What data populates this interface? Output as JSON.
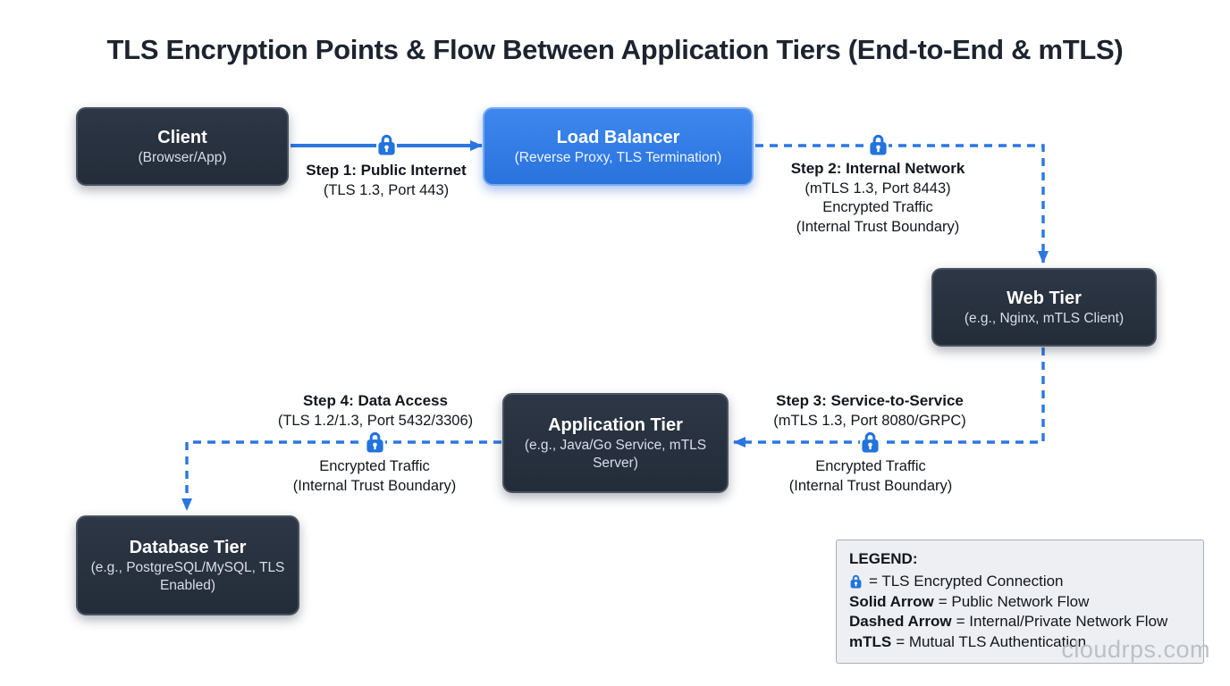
{
  "title": "TLS Encryption Points & Flow Between Application Tiers (End-to-End & mTLS)",
  "nodes": {
    "client": {
      "title": "Client",
      "subtitle": "(Browser/App)"
    },
    "load_balancer": {
      "title": "Load Balancer",
      "subtitle": "(Reverse Proxy, TLS Termination)"
    },
    "web_tier": {
      "title": "Web Tier",
      "subtitle": "(e.g., Nginx, mTLS Client)"
    },
    "application_tier": {
      "title": "Application Tier",
      "subtitle": "(e.g., Java/Go Service, mTLS Server)"
    },
    "database_tier": {
      "title": "Database Tier",
      "subtitle": "(e.g., PostgreSQL/MySQL, TLS Enabled)"
    }
  },
  "steps": [
    {
      "title": "Step 1: Public Internet",
      "detail": "(TLS 1.3, Port 443)"
    },
    {
      "title": "Step 2: Internal Network",
      "detail": "(mTLS 1.3, Port 8443)",
      "note1": "Encrypted Traffic",
      "note2": "(Internal Trust Boundary)"
    },
    {
      "title": "Step 3: Service-to-Service",
      "detail": "(mTLS 1.3, Port 8080/GRPC)",
      "note1": "Encrypted Traffic",
      "note2": "(Internal Trust Boundary)"
    },
    {
      "title": "Step 4: Data Access",
      "detail": "(TLS 1.2/1.3, Port 5432/3306)",
      "note1": "Encrypted Traffic",
      "note2": "(Internal Trust Boundary)"
    }
  ],
  "legend": {
    "title": "LEGEND:",
    "tls_text": "= TLS Encrypted Connection",
    "rows": [
      {
        "term": "Solid Arrow",
        "text": "= Public Network Flow"
      },
      {
        "term": "Dashed Arrow",
        "text": "= Internal/Private Network Flow"
      },
      {
        "term": "mTLS",
        "text": "= Mutual TLS Authentication"
      }
    ]
  },
  "watermark": "cloudrps.com",
  "icons": {
    "lock": "lock-icon"
  },
  "colors": {
    "accent_blue": "#2A77E0",
    "node_dark": "#27303E",
    "node_blue": "#2E7BE5",
    "legend_bg": "#EDEFF2",
    "background": "#FFFFFF"
  }
}
